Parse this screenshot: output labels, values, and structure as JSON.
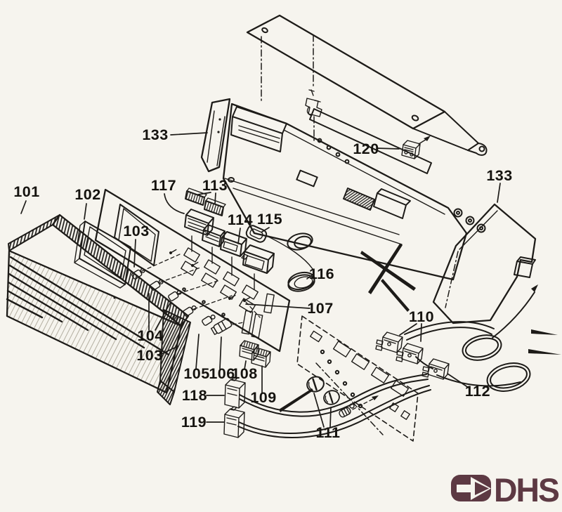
{
  "diagram": {
    "kind": "exploded-parts-diagram",
    "colors": {
      "paper": "#f6f4ee",
      "ink": "#1d1b18",
      "logo": "#5d3943"
    },
    "labels": [
      {
        "id": "133-left",
        "text": "133"
      },
      {
        "id": "120",
        "text": "120"
      },
      {
        "id": "133-right",
        "text": "133"
      },
      {
        "id": "101",
        "text": "101"
      },
      {
        "id": "102",
        "text": "102"
      },
      {
        "id": "117",
        "text": "117"
      },
      {
        "id": "113",
        "text": "113"
      },
      {
        "id": "103-upper",
        "text": "103"
      },
      {
        "id": "114",
        "text": "114"
      },
      {
        "id": "115",
        "text": "115"
      },
      {
        "id": "116",
        "text": "116"
      },
      {
        "id": "107",
        "text": "107"
      },
      {
        "id": "104",
        "text": "104"
      },
      {
        "id": "103-lower",
        "text": "103"
      },
      {
        "id": "105",
        "text": "105"
      },
      {
        "id": "106",
        "text": "106"
      },
      {
        "id": "108",
        "text": "108"
      },
      {
        "id": "109",
        "text": "109"
      },
      {
        "id": "110",
        "text": "110"
      },
      {
        "id": "112",
        "text": "112"
      },
      {
        "id": "118",
        "text": "118"
      },
      {
        "id": "119",
        "text": "119"
      },
      {
        "id": "111",
        "text": "111"
      }
    ],
    "logo": {
      "text": "DHS",
      "icon": "arrow-in-rounded-block-icon"
    }
  }
}
